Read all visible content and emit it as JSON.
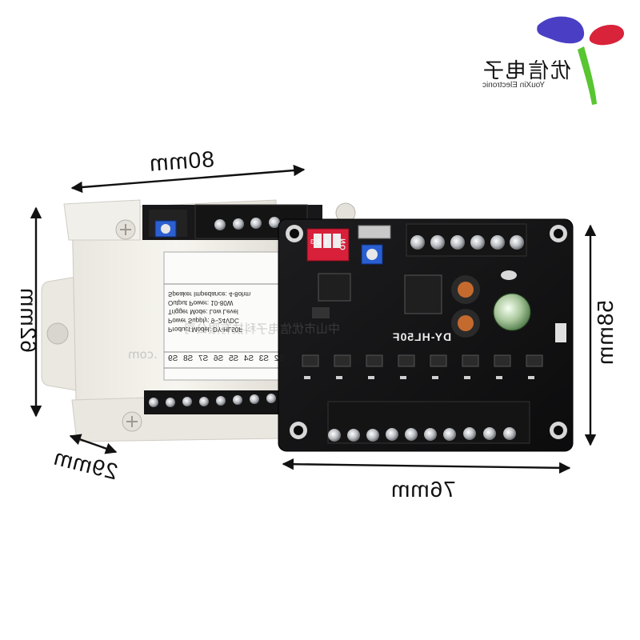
{
  "brand": {
    "name_cn": "优信电子",
    "name_en": "YouXin Electronic",
    "colors": {
      "blue": "#4a3fc4",
      "red": "#d8233a",
      "green": "#58c531"
    }
  },
  "dimensions": {
    "enclosure_width": "80mm",
    "enclosure_height": "62mm",
    "enclosure_depth": "29mm",
    "board_width": "76mm",
    "board_height": "58mm"
  },
  "board": {
    "model": "DY-HL50F",
    "switch_label": "ON",
    "switch_numbers": [
      "1",
      "2",
      "3"
    ]
  },
  "enclosure_label": {
    "lines": [
      "Product Model: DY-HL50F",
      "Power Supply: 9~24VDC",
      "Trigger Mode: Low Level",
      "Output Power: 10-80W",
      "Speaker Impedance: 4-8ohm"
    ],
    "terminals": [
      "S2",
      "S3",
      "S4",
      "S5",
      "S6",
      "S7",
      "S8",
      "S9"
    ]
  },
  "watermark": {
    "text_1": "中山市优信电子科技有限公司",
    "text_2": ".com"
  }
}
